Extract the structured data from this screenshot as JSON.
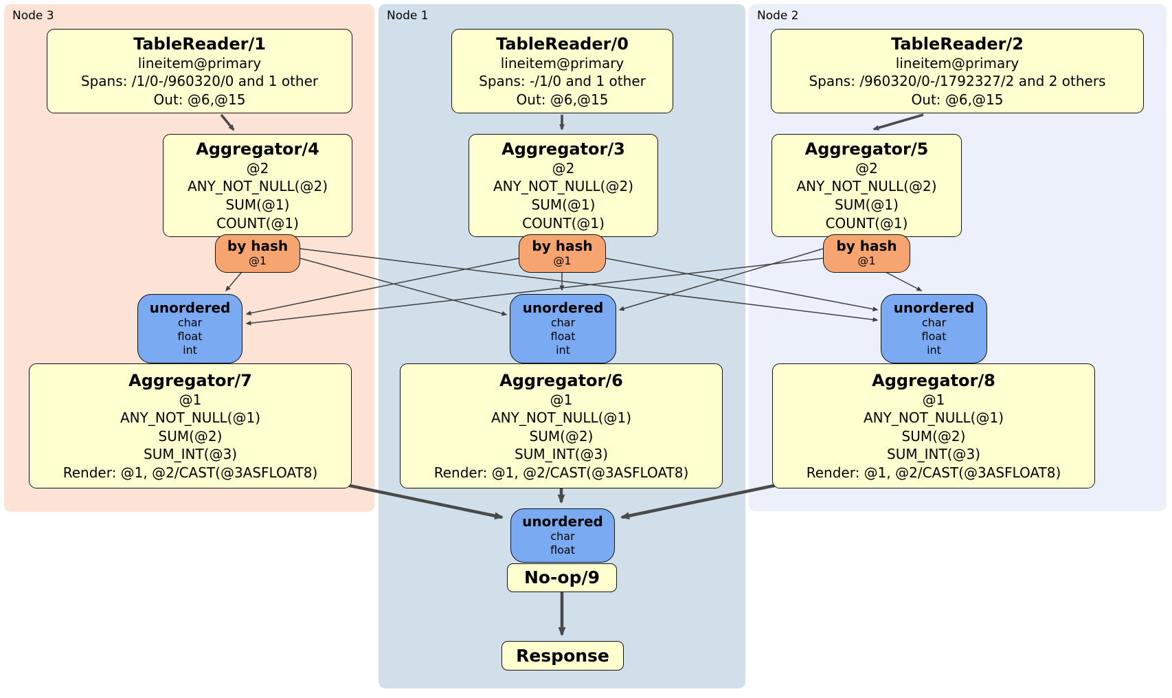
{
  "regions": {
    "node3": {
      "label": "Node 3"
    },
    "node1": {
      "label": "Node 1"
    },
    "node2": {
      "label": "Node 2"
    }
  },
  "nodes": {
    "tr1": {
      "title": "TableReader/1",
      "lines": [
        "lineitem@primary",
        "Spans: /1/0-/960320/0 and 1 other",
        "Out: @6,@15"
      ]
    },
    "tr0": {
      "title": "TableReader/0",
      "lines": [
        "lineitem@primary",
        "Spans: -/1/0 and 1 other",
        "Out: @6,@15"
      ]
    },
    "tr2": {
      "title": "TableReader/2",
      "lines": [
        "lineitem@primary",
        "Spans: /960320/0-/1792327/2 and 2 others",
        "Out: @6,@15"
      ]
    },
    "agg4": {
      "title": "Aggregator/4",
      "lines": [
        "@2",
        "ANY_NOT_NULL(@2)",
        "SUM(@1)",
        "COUNT(@1)"
      ]
    },
    "agg3": {
      "title": "Aggregator/3",
      "lines": [
        "@2",
        "ANY_NOT_NULL(@2)",
        "SUM(@1)",
        "COUNT(@1)"
      ]
    },
    "agg5": {
      "title": "Aggregator/5",
      "lines": [
        "@2",
        "ANY_NOT_NULL(@2)",
        "SUM(@1)",
        "COUNT(@1)"
      ]
    },
    "bh3": {
      "title": "by hash",
      "lines": [
        "@1"
      ]
    },
    "bh1": {
      "title": "by hash",
      "lines": [
        "@1"
      ]
    },
    "bh2": {
      "title": "by hash",
      "lines": [
        "@1"
      ]
    },
    "u3": {
      "title": "unordered",
      "lines": [
        "char",
        "float",
        "int"
      ]
    },
    "u1": {
      "title": "unordered",
      "lines": [
        "char",
        "float",
        "int"
      ]
    },
    "u2": {
      "title": "unordered",
      "lines": [
        "char",
        "float",
        "int"
      ]
    },
    "agg7": {
      "title": "Aggregator/7",
      "lines": [
        "@1",
        "ANY_NOT_NULL(@1)",
        "SUM(@2)",
        "SUM_INT(@3)",
        "Render: @1, @2/CAST(@3ASFLOAT8)"
      ]
    },
    "agg6": {
      "title": "Aggregator/6",
      "lines": [
        "@1",
        "ANY_NOT_NULL(@1)",
        "SUM(@2)",
        "SUM_INT(@3)",
        "Render: @1, @2/CAST(@3ASFLOAT8)"
      ]
    },
    "agg8": {
      "title": "Aggregator/8",
      "lines": [
        "@1",
        "ANY_NOT_NULL(@1)",
        "SUM(@2)",
        "SUM_INT(@3)",
        "Render: @1, @2/CAST(@3ASFLOAT8)"
      ]
    },
    "uf": {
      "title": "unordered",
      "lines": [
        "char",
        "float"
      ]
    },
    "noop": {
      "title": "No-op/9"
    },
    "resp": {
      "title": "Response"
    }
  },
  "colors": {
    "node3-bg": "#fce3d5",
    "node1-bg": "#d0dfe9",
    "node2-bg": "#ebf0fa",
    "box-bg": "#ffffd0",
    "router-bg": "#f6a571",
    "sync-bg": "#79aaf2",
    "edge": "#4a4a4a",
    "edge-thin": "#3f3f3f"
  }
}
